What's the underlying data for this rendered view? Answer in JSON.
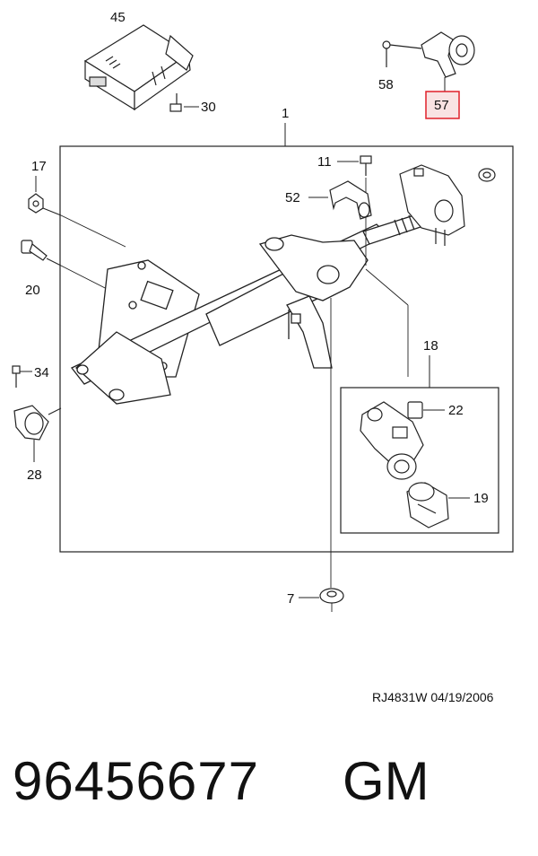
{
  "callouts": {
    "c45": "45",
    "c30": "30",
    "c58": "58",
    "c57": "57",
    "c1": "1",
    "c17": "17",
    "c11": "11",
    "c52": "52",
    "c20": "20",
    "c18": "18",
    "c34": "34",
    "c22": "22",
    "c28": "28",
    "c19": "19",
    "c7": "7"
  },
  "drawing_ref": "RJ4831W  04/19/2006",
  "part_number": "96456677",
  "brand": "GM",
  "colors": {
    "highlight": "#e0202a",
    "highlight_fill": "#f9e3e3",
    "line": "#222222"
  }
}
